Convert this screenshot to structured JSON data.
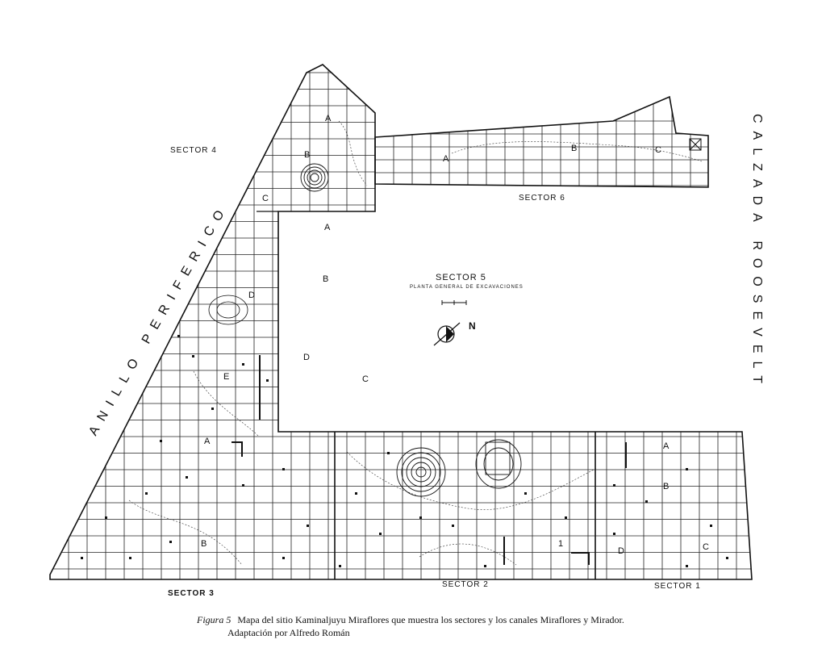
{
  "map": {
    "sector_labels": {
      "s1": "SECTOR 1",
      "s2": "SECTOR 2",
      "s3": "SECTOR 3",
      "s4": "SECTOR 4",
      "s5": "SECTOR 5",
      "s6": "SECTOR 6"
    },
    "sector5_subtitle": "PLANTA GENERAL DE EXCAVACIONES",
    "north_label": "N",
    "streets": {
      "west": "ANILLO PERIFERICO",
      "east": "CALZADA ROOSEVELT"
    },
    "subsectors": {
      "s4_a": "A",
      "s4_b": "B",
      "s4_c": "C",
      "s4_d": "D",
      "s4_e": "E",
      "s5_a": "A",
      "s5_b": "B",
      "s5_c": "C",
      "s5_d": "D",
      "s6_a": "A",
      "s6_b": "B",
      "s6_c": "C",
      "s3_a": "A",
      "s3_b": "B",
      "s1_a": "A",
      "s1_b": "B",
      "s1_c": "C",
      "s1_d": "D",
      "s2_1": "1"
    },
    "colors": {
      "ink": "#111111",
      "paper": "#ffffff"
    }
  },
  "caption": {
    "figure": "Figura 5",
    "line1": "Mapa del sitio Kaminaljuyu Miraflores que muestra los sectores y los canales Miraflores y Mirador.",
    "line2": "Adaptación por Alfredo Román"
  }
}
